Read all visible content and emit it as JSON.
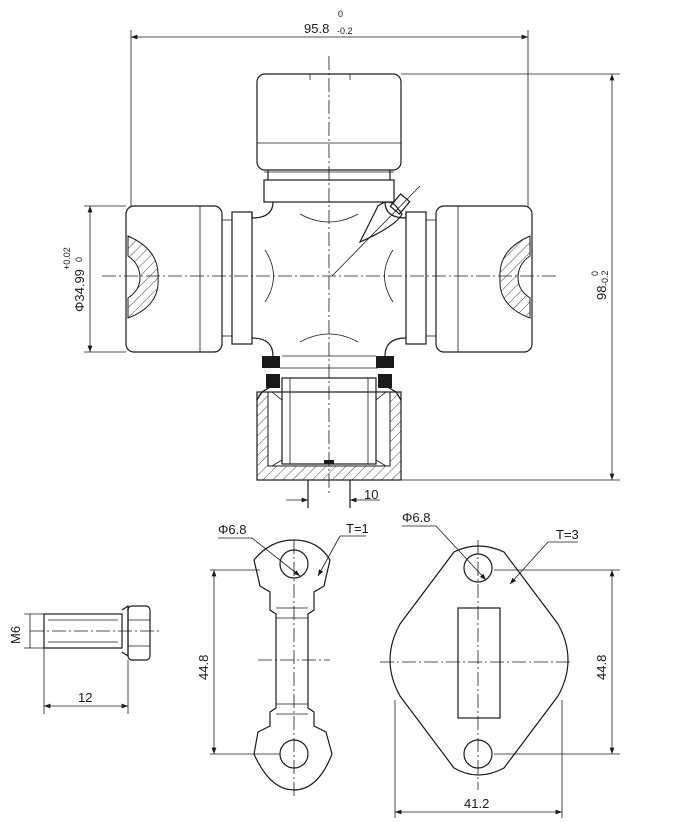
{
  "dimensions": {
    "width_main": "95.8",
    "width_tol_upper": "0",
    "width_tol_lower": "-0.2",
    "height_main": "98",
    "height_tol_upper": "0",
    "height_tol_lower": "-0.2",
    "cap_dia": "Φ34.99",
    "cap_tol_upper": "+0.02",
    "cap_tol_lower": "0",
    "slot_width": "10",
    "bolt_thread": "M6",
    "bolt_length": "12",
    "strap_hole": "Φ6.8",
    "strap_thickness": "T=1",
    "strap_height": "44.8",
    "plate_hole": "Φ6.8",
    "plate_thickness": "T=3",
    "plate_height": "44.8",
    "plate_width": "41.2"
  }
}
